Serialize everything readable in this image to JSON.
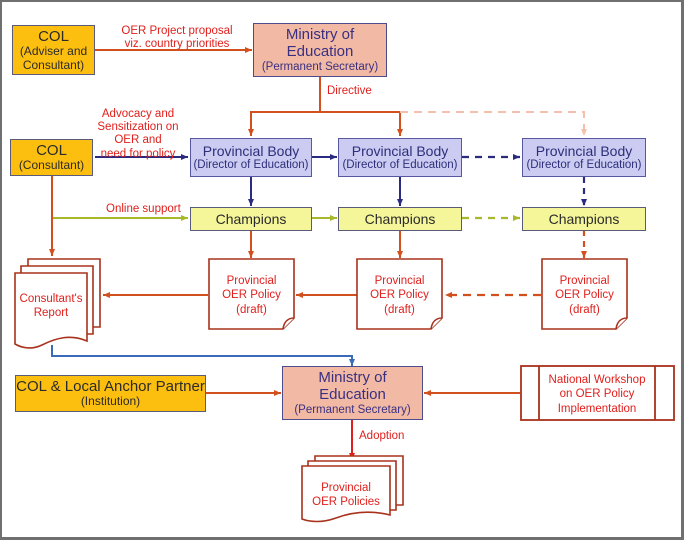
{
  "nodes": {
    "col_adviser": {
      "title": "COL",
      "subtitle_1": "(Adviser and",
      "subtitle_2": "Consultant)"
    },
    "moe_top": {
      "title_1": "Ministry of",
      "title_2": "Education",
      "subtitle": "(Permanent Secretary)"
    },
    "col_consultant": {
      "title": "COL",
      "subtitle": "(Consultant)"
    },
    "provincial_bodies": [
      {
        "title": "Provincial Body",
        "subtitle": "(Director of Education)"
      },
      {
        "title": "Provincial Body",
        "subtitle": "(Director of Education)"
      },
      {
        "title": "Provincial Body",
        "subtitle": "(Director of Education)"
      }
    ],
    "champions": [
      {
        "title": "Champions"
      },
      {
        "title": "Champions"
      },
      {
        "title": "Champions"
      }
    ],
    "consultants_report": {
      "line_1": "Consultant's",
      "line_2": "Report"
    },
    "policy_drafts": [
      {
        "line_1": "Provincial",
        "line_2": "OER Policy",
        "line_3": "(draft)"
      },
      {
        "line_1": "Provincial",
        "line_2": "OER Policy",
        "line_3": "(draft)"
      },
      {
        "line_1": "Provincial",
        "line_2": "OER Policy",
        "line_3": "(draft)"
      }
    ],
    "col_anchor": {
      "title": "COL & Local Anchor Partner",
      "subtitle": "(Institution)"
    },
    "moe_bottom": {
      "title_1": "Ministry of",
      "title_2": "Education",
      "subtitle": "(Permanent Secretary)"
    },
    "national_workshop": {
      "line_1": "National Workshop",
      "line_2": "on OER Policy",
      "line_3": "Implementation"
    },
    "provincial_policies": {
      "line_1": "Provincial",
      "line_2": "OER Policies"
    }
  },
  "edge_labels": {
    "proposal_1": "OER Project proposal",
    "proposal_2": "viz. country priorities",
    "directive": "Directive",
    "advocacy_1": "Advocacy and",
    "advocacy_2": "Sensitization on",
    "advocacy_3": "OER and",
    "advocacy_4": "need for policy",
    "online_support": "Online support",
    "adoption": "Adoption"
  },
  "colors": {
    "col_fill": "#fdbf0f",
    "ministry_fill": "#f2baa5",
    "provincial_fill": "#ccccf2",
    "champions_fill": "#f5f59a",
    "label_red": "#e0201c",
    "arrow_orange": "#d2501e",
    "arrow_navy": "#2a2a80",
    "arrow_olive": "#a8b82a",
    "arrow_blue": "#3a6ab8",
    "document_stroke": "#a8321c"
  }
}
